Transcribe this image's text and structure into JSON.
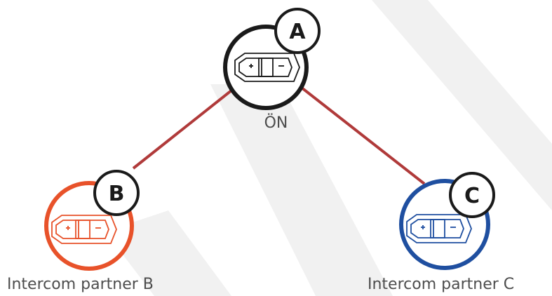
{
  "nodes": {
    "a": {
      "badge": "A",
      "status": "ÖN",
      "color": "#1a1a1a"
    },
    "b": {
      "badge": "B",
      "caption": "Intercom partner B",
      "color": "#e8522a"
    },
    "c": {
      "badge": "C",
      "caption": "Intercom partner C",
      "color": "#1f4fa0"
    }
  },
  "link_color": "#b03a3a",
  "watermark_color": "#f1f1f1",
  "device_icon": "intercom-headset-device-icon"
}
